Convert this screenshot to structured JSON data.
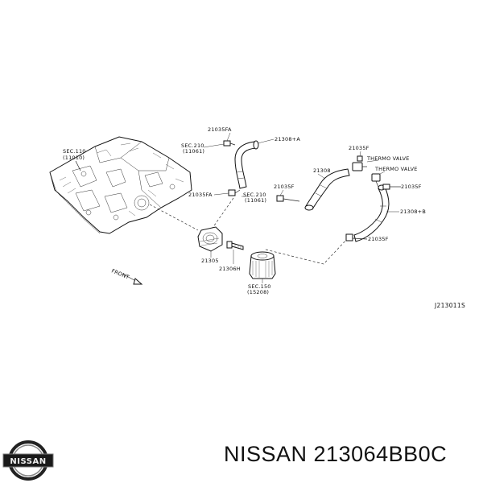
{
  "labels": {
    "sec110": "SEC.110",
    "sec110_ref": "(11010)",
    "p21035FA_top": "21035FA",
    "p21308A": "21308+A",
    "sec210_top": "SEC.210",
    "sec210_top_ref": "(11061)",
    "p21035FA_mid": "21035FA",
    "sec210_mid": "SEC.210",
    "sec210_mid_ref": "(11061)",
    "p21035F_mid": "21035F",
    "p21308": "21308",
    "p21035F_top": "21035F",
    "thermo1": "THERMO VALVE",
    "thermo2": "THERMO VALVE",
    "p21035F_right": "21035F",
    "p21308B": "21308+B",
    "p21035F_low": "21035F",
    "p21305": "21305",
    "p21306H": "21306H",
    "sec150": "SEC.150",
    "sec150_ref": "(15208)",
    "front": "FRONT",
    "code": "J213011S"
  },
  "logo_text": "NISSAN",
  "brand": "NISSAN",
  "part_number": "213064BB0C"
}
